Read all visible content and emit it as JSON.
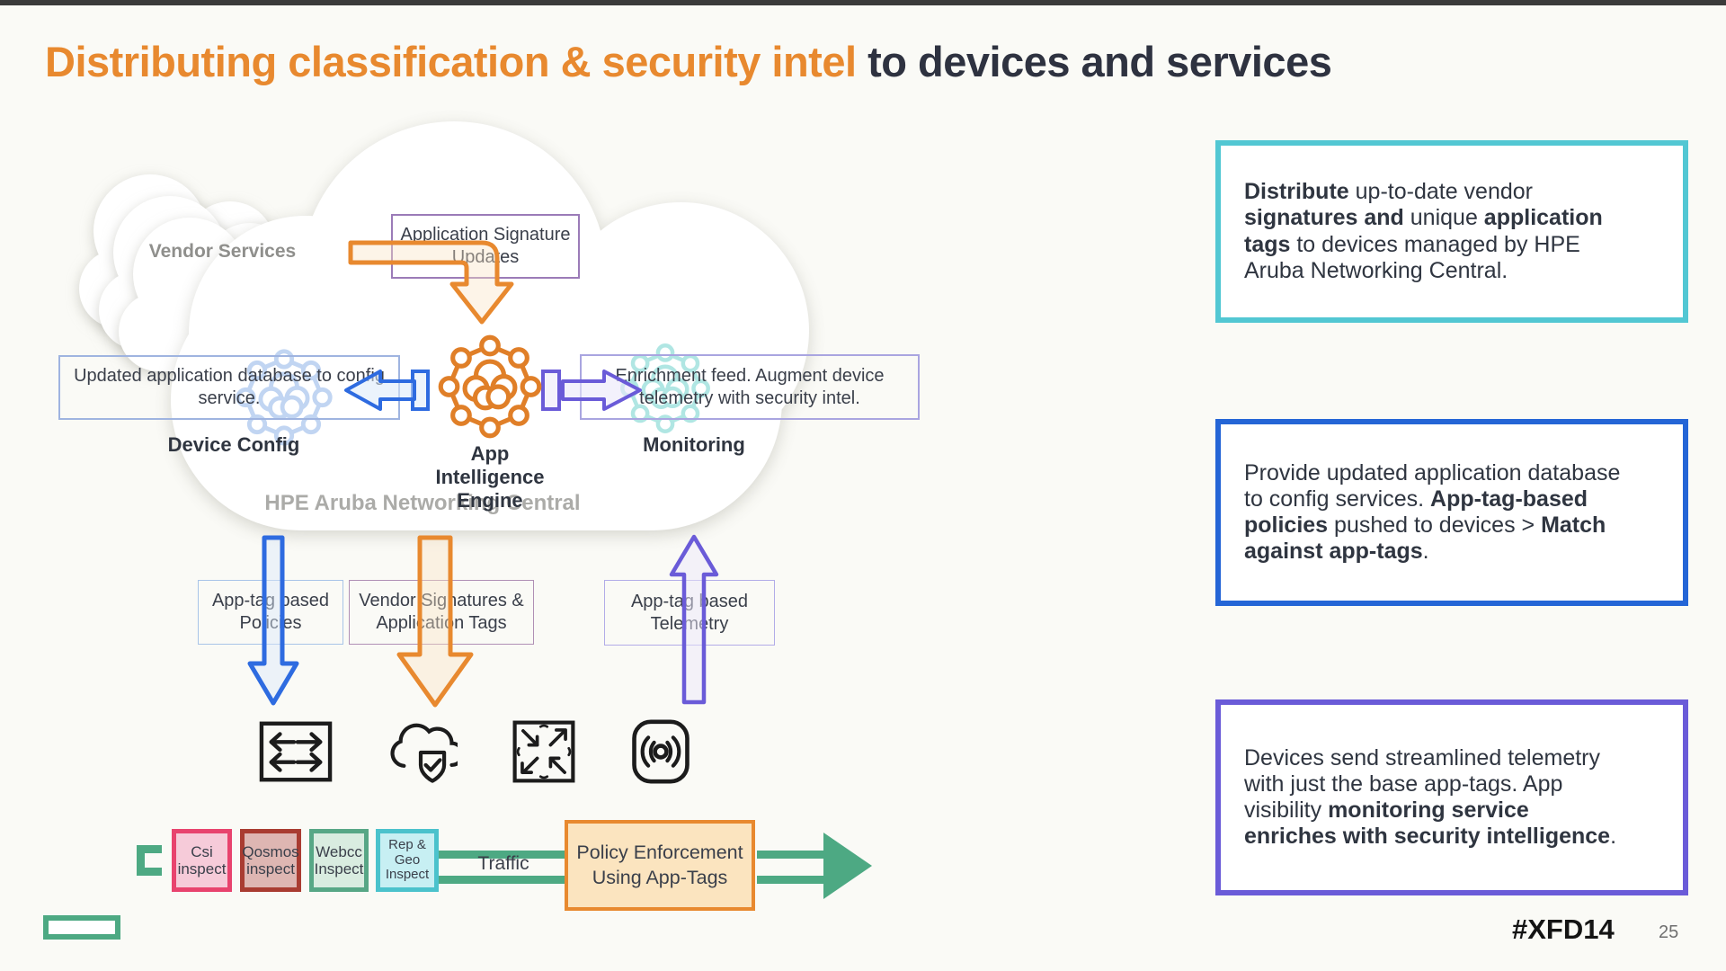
{
  "slide": {
    "title": {
      "highlight": "Distributing classification & security intel",
      "rest": " to devices and services"
    },
    "footer": {
      "hashtag": "#XFD14",
      "page_number": "25"
    }
  },
  "diagram": {
    "vendor_cloud_label": "Vendor Services",
    "central_cloud_label": "HPE Aruba Networking Central",
    "boxes": {
      "app_signature": "Application Signature Updates",
      "updated_db": "Updated application database to config service.",
      "enrichment": "Enrichment feed. Augment device telemetry with security intel."
    },
    "labels": {
      "device_config": "Device Config",
      "engine": "App Intelligence Engine",
      "monitoring": "Monitoring"
    },
    "flow_boxes": [
      {
        "label": "App-tag based Policies"
      },
      {
        "label": "Vendor Signatures & Application Tags"
      },
      {
        "label": "App-tag based Telemetry"
      }
    ],
    "device_icons": [
      "switch",
      "cloud-security",
      "gateway",
      "access-point"
    ],
    "pipeline": {
      "inspect_boxes": [
        {
          "label": "Csi inspect",
          "border": "#E8436E",
          "bg": "#F6CBD9"
        },
        {
          "label": "Qosmos inspect",
          "border": "#A93C31",
          "bg": "#DEB6B2"
        },
        {
          "label": "Webcc Inspect",
          "border": "#57A786",
          "bg": "#D9ECE0"
        },
        {
          "label": "Rep & Geo Inspect",
          "border": "#4BC2CC",
          "bg": "#C7EFF3"
        }
      ],
      "traffic_label": "Traffic",
      "policy_box": "Policy Enforcement Using App-Tags"
    }
  },
  "callouts": [
    {
      "border_color": "#52C7D3",
      "segments": [
        {
          "t": "Distribute",
          "b": true
        },
        {
          "t": " up-to-date vendor ",
          "b": false
        },
        {
          "t": "signatures and",
          "b": true
        },
        {
          "t": " unique ",
          "b": false
        },
        {
          "t": "application tags",
          "b": true
        },
        {
          "t": " to devices managed by HPE Aruba Networking Central.",
          "b": false
        }
      ]
    },
    {
      "border_color": "#2465D6",
      "segments": [
        {
          "t": "Provide updated application database to config services. ",
          "b": false
        },
        {
          "t": "App-tag-based policies",
          "b": true
        },
        {
          "t": " pushed to devices > ",
          "b": false
        },
        {
          "t": "Match against app-tags",
          "b": true
        },
        {
          "t": ".",
          "b": false
        }
      ]
    },
    {
      "border_color": "#6A5BD8",
      "segments": [
        {
          "t": "Devices send streamlined telemetry with just the base app-tags. App visibility ",
          "b": false
        },
        {
          "t": "monitoring service enriches with security intelligence",
          "b": true
        },
        {
          "t": ".",
          "b": false
        }
      ]
    }
  ],
  "colors": {
    "title_highlight": "#E8892F",
    "title_text": "#2E3240",
    "arrow_blue": "#2E6BE0",
    "arrow_orange": "#E8892F",
    "arrow_purple": "#6A5BD8",
    "engine_orange": "#E07F28",
    "hpe_green": "#4DA983",
    "callout1_border": "#52C7D3",
    "callout2_border": "#2465D6",
    "callout3_border": "#6A5BD8",
    "policy_border": "#E8892F",
    "policy_bg": "#FBE4BF"
  }
}
